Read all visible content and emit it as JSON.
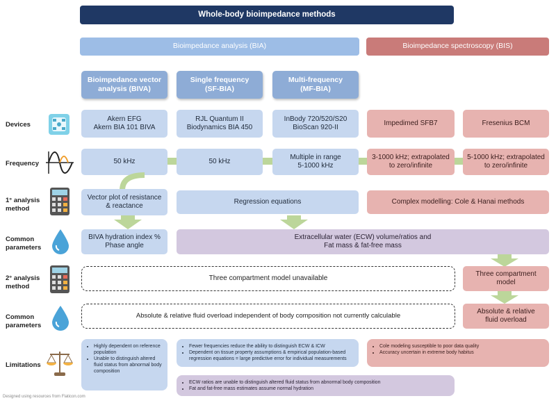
{
  "title": "Whole-body bioimpedance methods",
  "groups": {
    "bia": "Bioimpedance analysis (BIA)",
    "bis": "Bioimpedance spectroscopy (BIS)"
  },
  "methods": {
    "biva": "Bioimpedance vector\nanalysis (BIVA)",
    "sf": "Single frequency\n(SF-BIA)",
    "mf": "Multi-frequency\n(MF-BIA)"
  },
  "row_labels": {
    "devices": "Devices",
    "frequency": "Frequency",
    "analysis1": "1° analysis\nmethod",
    "common1": "Common\nparameters",
    "analysis2": "2° analysis\nmethod",
    "common2": "Common\nparameters",
    "limitations": "Limitations"
  },
  "devices": {
    "biva": "Akern EFG\nAkern BIA 101 BIVA",
    "sf": "RJL Quantum II\nBiodynamics BIA 450",
    "mf": "InBody 720/520/S20\nBioScan 920-II",
    "impedimed": "Impedimed SFB7",
    "fresenius": "Fresenius BCM"
  },
  "frequency": {
    "biva": "50 kHz",
    "sf": "50 kHz",
    "mf": "Multiple in range\n5-1000 kHz",
    "impedimed": "3-1000 kHz; extrapolated\nto zero/infinite",
    "fresenius": "5-1000 kHz; extrapolated\nto zero/infinite"
  },
  "analysis1": {
    "biva": "Vector plot of resistance\n& reactance",
    "bia": "Regression equations",
    "bis": "Complex modelling: Cole & Hanai methods"
  },
  "common1": {
    "biva": "BIVA hydration index %\nPhase angle",
    "others": "Extracellular water (ECW) volume/ratios and\nFat mass & fat-free mass"
  },
  "analysis2": {
    "unavailable": "Three compartment model unavailable",
    "bis": "Three compartment\nmodel"
  },
  "common2": {
    "unavailable": "Absolute & relative fluid overload independent of body composition not currently calculable",
    "bis": "Absolute & relative\nfluid overload"
  },
  "limitations": {
    "biva": [
      "Highly dependent on reference population",
      "Unable to distinguish altered fluid status from abnormal body composition"
    ],
    "bia": [
      "Fewer frequencies reduce the ability to distinguish ECW & ICW",
      "Dependent on tissue property assumptions & empirical population-based regression equations = large predictive error for individual measurements"
    ],
    "bis": [
      "Cole modeling susceptible to poor data quality",
      "Accuracy uncertain in extreme body habitus"
    ],
    "shared": [
      "ECW ratios are unable to distinguish altered fluid status from abnormal body composition",
      "Fat and fat-free mass estimates assume normal hydration"
    ]
  },
  "footer": "Designed using resources from Flaticon.com",
  "colors": {
    "blue": "#c6d7ef",
    "header_blue": "#8eacd6",
    "pink": "#e7b3b0",
    "lavender": "#d3c8df",
    "connector_green": "#bcd69a",
    "title_navy": "#1f3864"
  },
  "icons": [
    "devices-icon",
    "sine-wave-icon",
    "calculator-icon",
    "water-drop-icon",
    "calculator-icon",
    "water-drop-icon",
    "scales-icon"
  ]
}
